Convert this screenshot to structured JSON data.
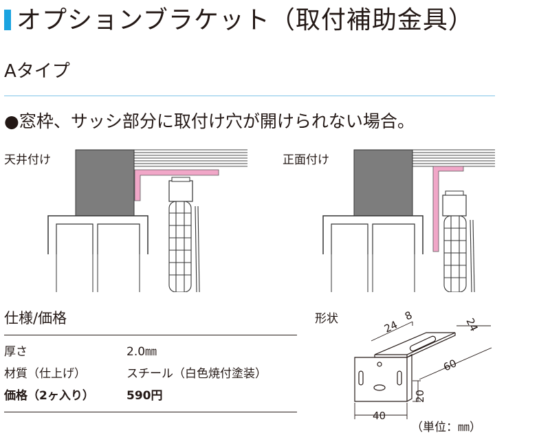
{
  "page": {
    "title": "オプションブラケット（取付補助金具）",
    "subtitle": "Aタイプ",
    "lead": "●窓枠、サッシ部分に取付け穴が開けられない場合。"
  },
  "diagrams": {
    "ceiling_label": "天井付け",
    "front_label": "正面付け"
  },
  "spec": {
    "heading": "仕様/価格",
    "rows": [
      {
        "key": "厚さ",
        "value": "2.0㎜",
        "bold": false
      },
      {
        "key": "材質（仕上げ）",
        "value": "スチール（白色焼付塗装）",
        "bold": false
      },
      {
        "key": "価格（2ヶ入り）",
        "value": "590円",
        "bold": true
      }
    ]
  },
  "shape": {
    "label": "形状",
    "dims": {
      "w24": "24",
      "w8": "8",
      "t24": "24",
      "len60": "60",
      "h20": "20",
      "w40": "40"
    },
    "unit": "（単位：㎜）"
  },
  "colors": {
    "accent": "#1aa3e0",
    "rule": "#7fc4e8",
    "bracket": "#f1a7c8",
    "wall": "#7d7d7d"
  }
}
